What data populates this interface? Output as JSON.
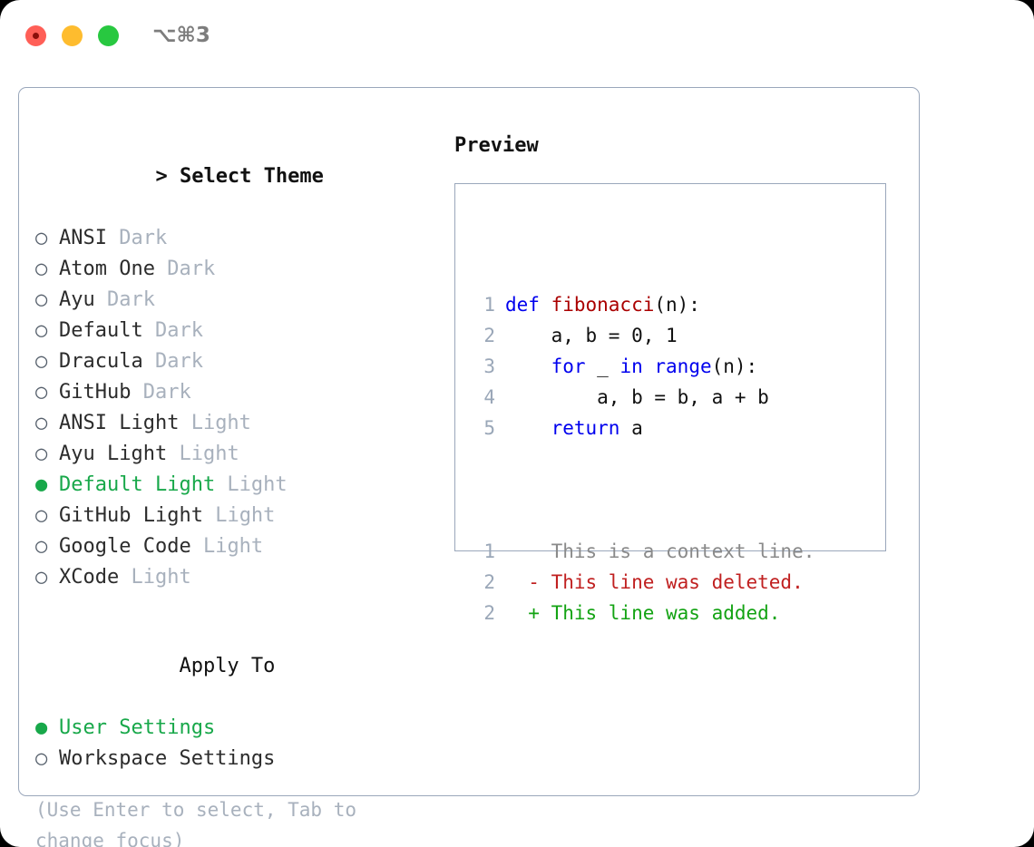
{
  "titlebar": {
    "shortcut": "⌥⌘3",
    "buttons": {
      "close": "close",
      "minimize": "minimize",
      "maximize": "maximize"
    }
  },
  "theme_section": {
    "prefix": "> ",
    "title": "Select Theme",
    "bullet_selected": "●",
    "bullet_unselected": "○",
    "items": [
      {
        "label": "ANSI",
        "tag": "Dark",
        "selected": false
      },
      {
        "label": "Atom One",
        "tag": "Dark",
        "selected": false
      },
      {
        "label": "Ayu",
        "tag": "Dark",
        "selected": false
      },
      {
        "label": "Default",
        "tag": "Dark",
        "selected": false
      },
      {
        "label": "Dracula",
        "tag": "Dark",
        "selected": false
      },
      {
        "label": "GitHub",
        "tag": "Dark",
        "selected": false
      },
      {
        "label": "ANSI Light",
        "tag": "Light",
        "selected": false
      },
      {
        "label": "Ayu Light",
        "tag": "Light",
        "selected": false
      },
      {
        "label": "Default Light",
        "tag": "Light",
        "selected": true
      },
      {
        "label": "GitHub Light",
        "tag": "Light",
        "selected": false
      },
      {
        "label": "Google Code",
        "tag": "Light",
        "selected": false
      },
      {
        "label": "XCode",
        "tag": "Light",
        "selected": false
      }
    ]
  },
  "apply_section": {
    "title": "Apply To",
    "items": [
      {
        "label": "User Settings",
        "selected": true
      },
      {
        "label": "Workspace Settings",
        "selected": false
      }
    ]
  },
  "hint": "(Use Enter to select, Tab to change focus)",
  "preview": {
    "title": "Preview",
    "code_lines": [
      {
        "no": "1",
        "tokens": [
          {
            "t": "def ",
            "c": "kw"
          },
          {
            "t": "fibonacci",
            "c": "fn"
          },
          {
            "t": "(n):",
            "c": "plain"
          }
        ]
      },
      {
        "no": "2",
        "tokens": [
          {
            "t": "    a, b = 0, 1",
            "c": "plain"
          }
        ]
      },
      {
        "no": "3",
        "tokens": [
          {
            "t": "    ",
            "c": "plain"
          },
          {
            "t": "for ",
            "c": "kw"
          },
          {
            "t": "_ ",
            "c": "plain"
          },
          {
            "t": "in ",
            "c": "kw"
          },
          {
            "t": "range",
            "c": "kw"
          },
          {
            "t": "(n):",
            "c": "plain"
          }
        ]
      },
      {
        "no": "4",
        "tokens": [
          {
            "t": "        a, b = b, a + b",
            "c": "plain"
          }
        ]
      },
      {
        "no": "5",
        "tokens": [
          {
            "t": "    ",
            "c": "plain"
          },
          {
            "t": "return ",
            "c": "kw"
          },
          {
            "t": "a",
            "c": "plain"
          }
        ]
      }
    ],
    "diff_lines": [
      {
        "no": "1",
        "marker": "  ",
        "text": "This is a context line.",
        "kind": "ctx"
      },
      {
        "no": "2",
        "marker": "- ",
        "text": "This line was deleted.",
        "kind": "del"
      },
      {
        "no": "2",
        "marker": "+ ",
        "text": "This line was added.",
        "kind": "add"
      }
    ]
  },
  "colors": {
    "accent_green": "#18a84a",
    "muted": "#a8b1bd",
    "border": "#9aa7bb",
    "keyword": "#0000ee",
    "function": "#aa0000",
    "diff_added": "#13a313",
    "diff_deleted": "#c02020",
    "diff_context": "#8a8a8a",
    "line_number": "#9aa7b8"
  }
}
